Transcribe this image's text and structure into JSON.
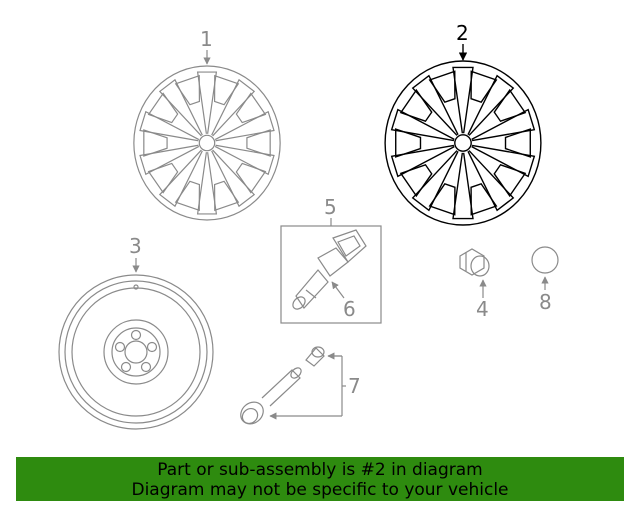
{
  "callouts": {
    "c1": "1",
    "c2": "2",
    "c3": "3",
    "c4": "4",
    "c5": "5",
    "c6": "6",
    "c7": "7",
    "c8": "8"
  },
  "banner": {
    "line1": "Part or sub-assembly is #2 in diagram",
    "line2": "Diagram may not be specific to your vehicle"
  },
  "colors": {
    "line_dim": "#8a8a8a",
    "line_highlight": "#000000",
    "banner_bg": "#2e8b0f",
    "banner_text": "#000000"
  }
}
